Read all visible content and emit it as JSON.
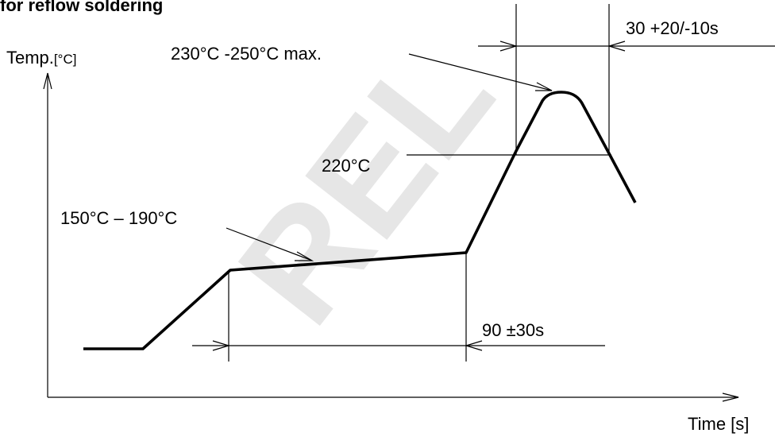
{
  "title": "for reflow soldering",
  "watermark": "REL",
  "axes": {
    "y_label": "Temp.",
    "y_unit": "[°C]",
    "x_label": "Time [s]"
  },
  "annotations": {
    "peak_temp": "230°C -250°C max.",
    "liquidus_temp": "220°C",
    "preheat_temp": "150°C – 190°C",
    "time_above_liquidus": "30 +20/-10s",
    "preheat_time": "90 ±30s"
  },
  "colors": {
    "line": "#000000",
    "watermark": "#e8e8e8",
    "background": "#ffffff"
  }
}
